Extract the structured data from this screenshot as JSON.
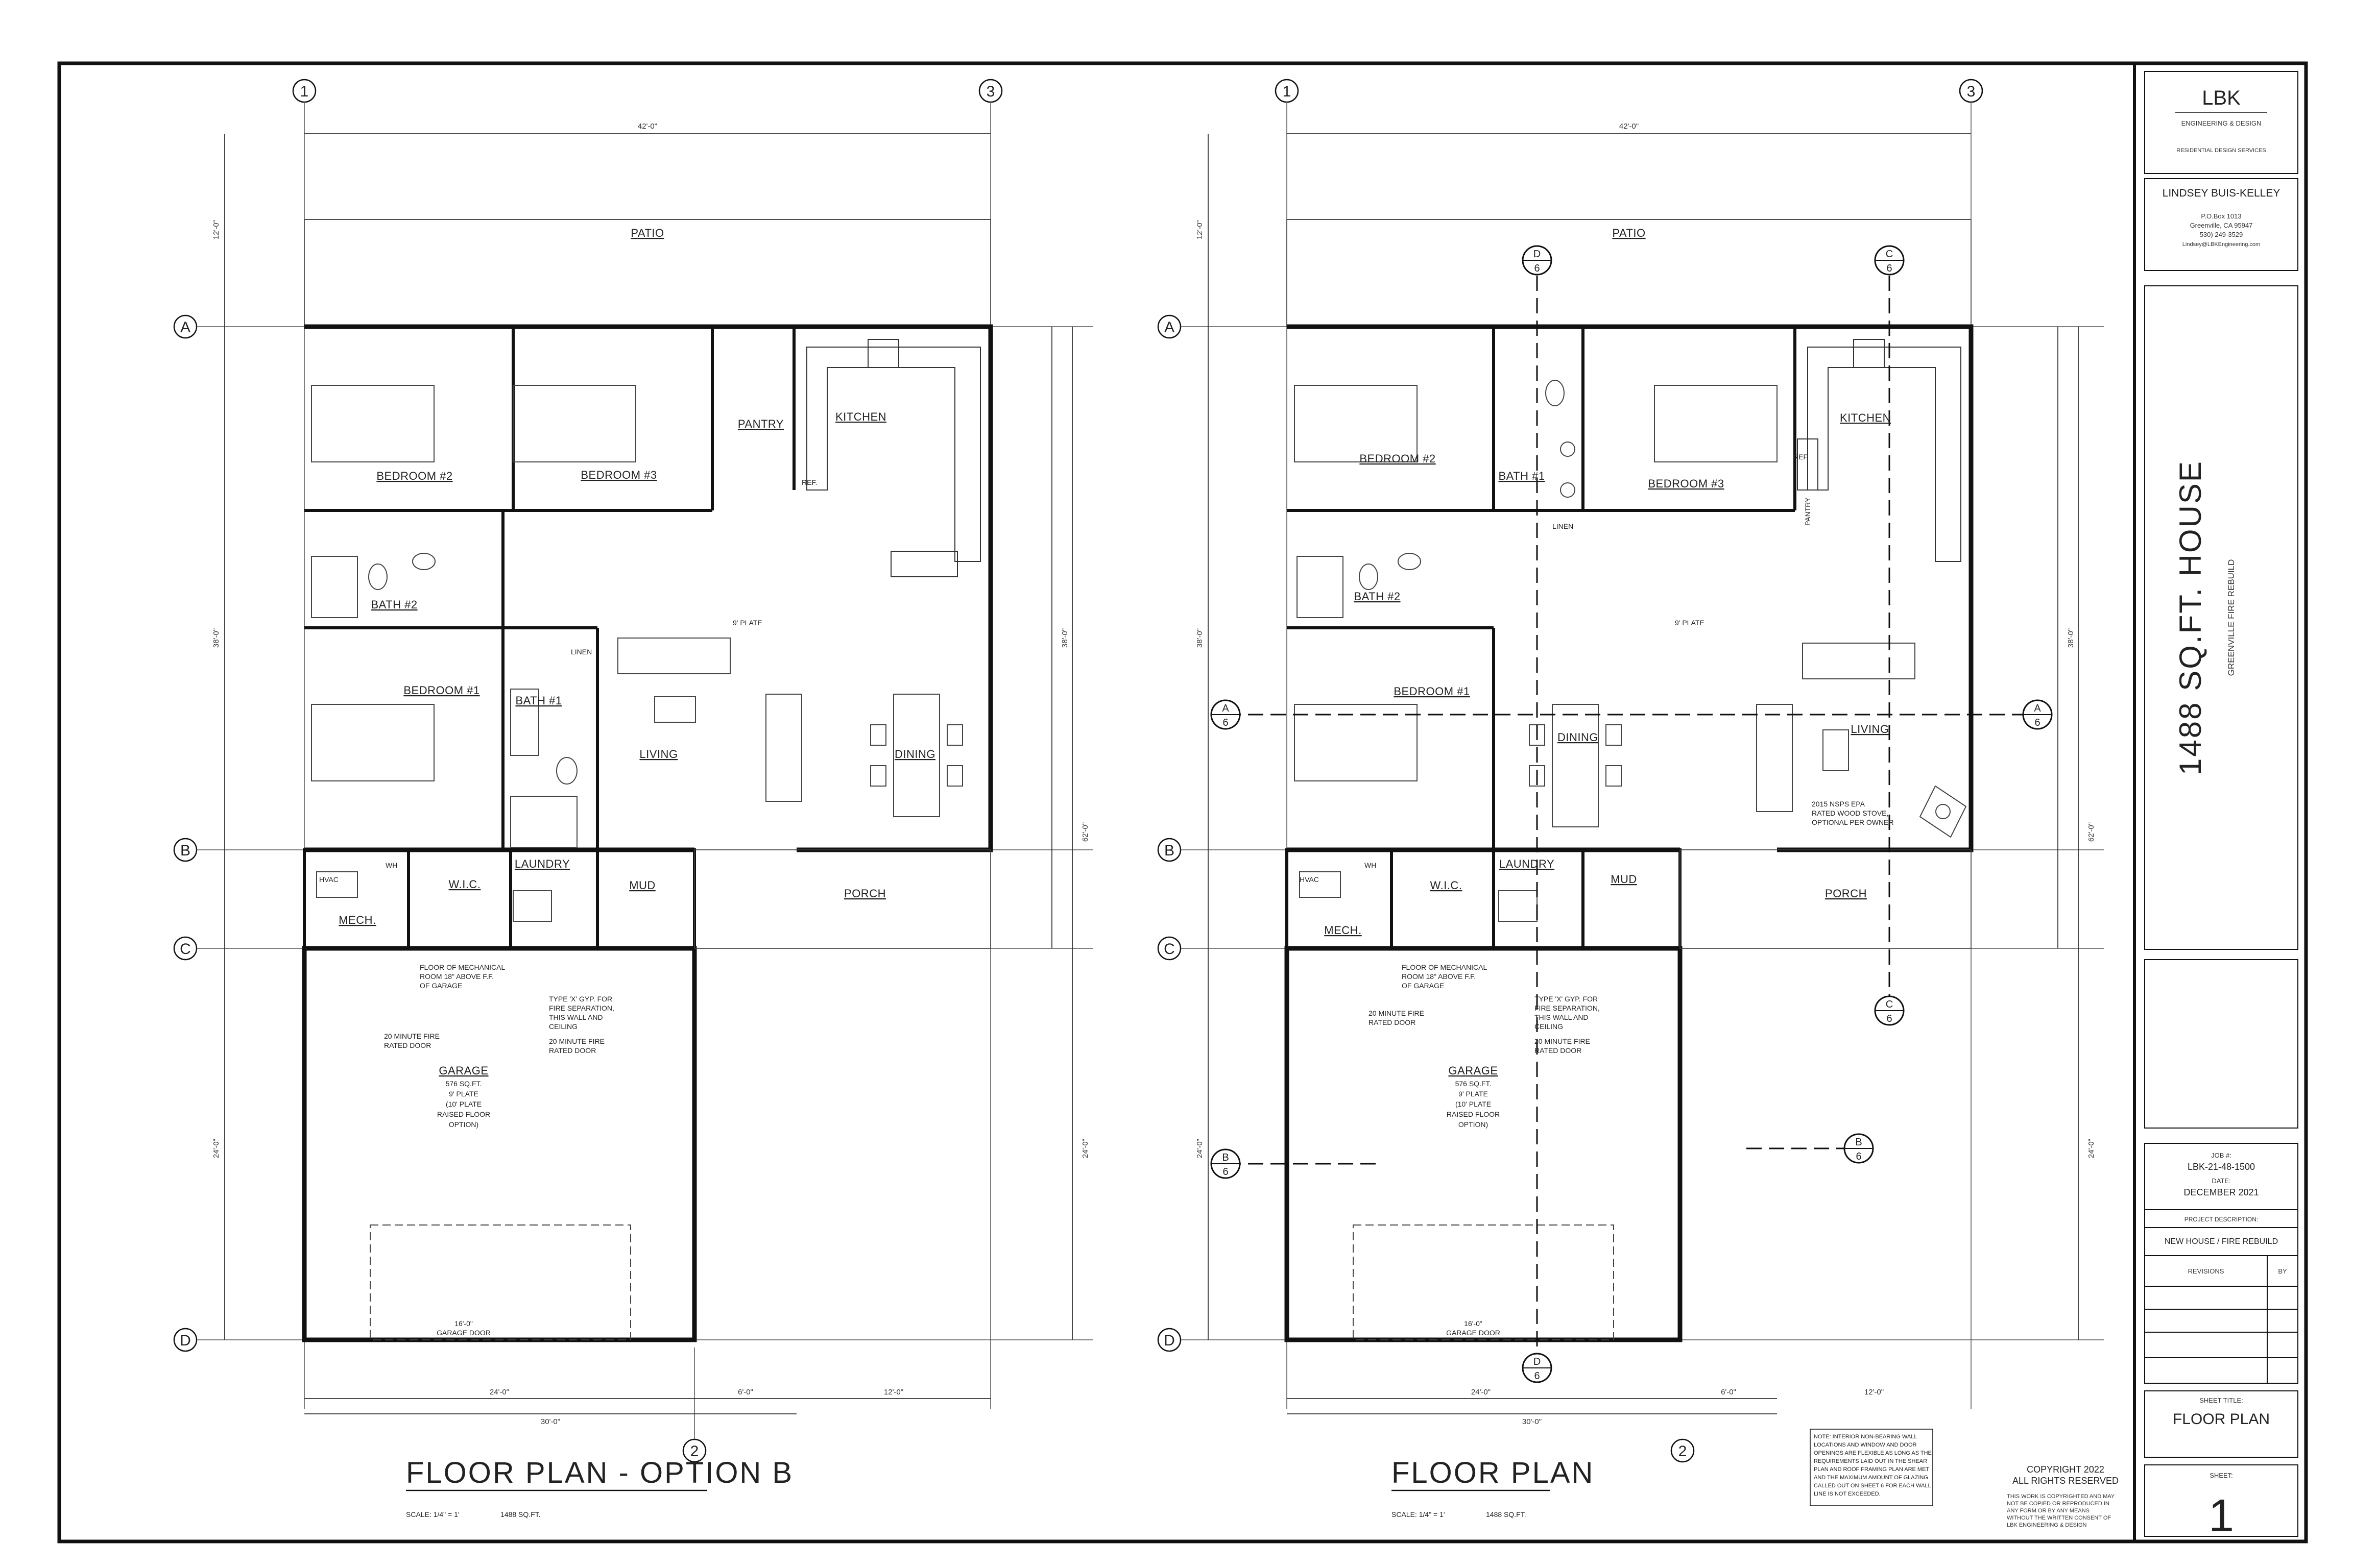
{
  "title_block": {
    "firm_name": "LBK",
    "firm_tagline": "ENGINEERING & DESIGN",
    "firm_services": "RESIDENTIAL DESIGN SERVICES",
    "designer": "LINDSEY BUIS-KELLEY",
    "address1": "P.O.Box 1013",
    "address2": "Greenville, CA 95947",
    "phone": "530) 249-3529",
    "email": "Lindsey@LBKEngineering.com",
    "project_title": "1488 SQ.FT. HOUSE",
    "project_subtitle": "GREENVILLE FIRE REBUILD",
    "job_label": "JOB #:",
    "job_number": "LBK-21-48-1500",
    "date_label": "DATE:",
    "date": "DECEMBER 2021",
    "desc_label": "PROJECT DESCRIPTION:",
    "description": "NEW HOUSE / FIRE REBUILD",
    "revisions_label": "REVISIONS",
    "by_label": "BY",
    "sheet_title_label": "SHEET TITLE:",
    "sheet_title": "FLOOR PLAN",
    "sheet_label": "SHEET:",
    "sheet_number": "1"
  },
  "grid_labels": [
    "1",
    "2",
    "3",
    "A",
    "B",
    "C",
    "D"
  ],
  "plan_left": {
    "title": "FLOOR PLAN - OPTION B",
    "scale": "SCALE: 1/4\" = 1'",
    "area": "1488 SQ.FT.",
    "rooms": {
      "patio": "PATIO",
      "bedroom2": "BEDROOM #2",
      "bedroom3": "BEDROOM #3",
      "pantry": "PANTRY",
      "kitchen": "KITCHEN",
      "bath2": "BATH #2",
      "bedroom1": "BEDROOM #1",
      "bath1": "BATH #1",
      "living": "LIVING",
      "dining": "DINING",
      "wic": "W.I.C.",
      "laundry": "LAUNDRY",
      "mud": "MUD",
      "mech": "MECH.",
      "porch": "PORCH",
      "garage": "GARAGE"
    },
    "garage_notes": [
      "576 SQ.FT.",
      "9' PLATE",
      "(10' PLATE",
      "RAISED FLOOR",
      "OPTION)"
    ],
    "notes": {
      "mech_floor": [
        "FLOOR OF MECHANICAL",
        "ROOM 18\" ABOVE F.F.",
        "OF GARAGE"
      ],
      "fire_door": [
        "20 MINUTE FIRE",
        "RATED DOOR"
      ],
      "gyp": [
        "TYPE 'X' GYP. FOR",
        "FIRE SEPARATION,",
        "THIS WALL AND",
        "CEILING"
      ],
      "fire_door2": [
        "20 MINUTE FIRE",
        "RATED DOOR"
      ]
    },
    "labels": {
      "hvac": "HVAC",
      "wh": "WH",
      "linen": "LINEN",
      "ref": "REF.",
      "plate": "9' PLATE",
      "garage_door": "GARAGE DOOR",
      "garage_door_size": "16'-0\""
    },
    "dims": {
      "overall_width": "42'-0\"",
      "patio_depth": "12'-0\"",
      "house_depth": "38'-0\"",
      "garage_depth": "24'-0\"",
      "total_depth": "62'-0\"",
      "garage_width": "24'-0\"",
      "width_30": "30'-0\"",
      "width_6": "6'-0\"",
      "width_12": "12'-0\""
    }
  },
  "plan_right": {
    "title": "FLOOR PLAN",
    "scale": "SCALE: 1/4\" = 1'",
    "area": "1488 SQ.FT.",
    "rooms": {
      "patio": "PATIO",
      "bedroom2": "BEDROOM #2",
      "bath1": "BATH #1",
      "bedroom3": "BEDROOM #3",
      "kitchen": "KITCHEN",
      "pantry": "PANTRY",
      "bath2": "BATH #2",
      "bedroom1": "BEDROOM #1",
      "dining": "DINING",
      "living": "LIVING",
      "wic": "W.I.C.",
      "laundry": "LAUNDRY",
      "mud": "MUD",
      "mech": "MECH.",
      "porch": "PORCH",
      "garage": "GARAGE"
    },
    "stove_note": [
      "2015 NSPS EPA",
      "RATED WOOD STOVE,",
      "OPTIONAL PER OWNER"
    ],
    "sections": [
      {
        "letter": "D",
        "sheet": "6"
      },
      {
        "letter": "C",
        "sheet": "6"
      },
      {
        "letter": "A",
        "sheet": "6"
      },
      {
        "letter": "A",
        "sheet": "6"
      },
      {
        "letter": "C",
        "sheet": "6"
      },
      {
        "letter": "B",
        "sheet": "6"
      },
      {
        "letter": "B",
        "sheet": "6"
      },
      {
        "letter": "D",
        "sheet": "6"
      }
    ]
  },
  "general_note": [
    "NOTE: INTERIOR NON-BEARING WALL",
    "LOCATIONS AND WINDOW AND DOOR",
    "OPENINGS ARE FLEXIBLE AS LONG AS THE",
    "REQUIREMENTS LAID OUT IN THE SHEAR",
    "PLAN AND ROOF FRAMING PLAN ARE MET",
    "AND THE MAXIMUM AMOUNT OF GLAZING",
    "CALLED OUT ON SHEET 6 FOR EACH WALL",
    "LINE IS NOT EXCEEDED."
  ],
  "copyright": {
    "line1": "COPYRIGHT 2022",
    "line2": "ALL RIGHTS RESERVED",
    "fine": [
      "THIS WORK IS COPYRIGHTED AND MAY",
      "NOT BE COPIED OR REPRODUCED IN",
      "ANY FORM OR BY ANY MEANS",
      "WITHOUT THE WRITTEN CONSENT OF",
      "LBK ENGINEERING & DESIGN"
    ]
  }
}
